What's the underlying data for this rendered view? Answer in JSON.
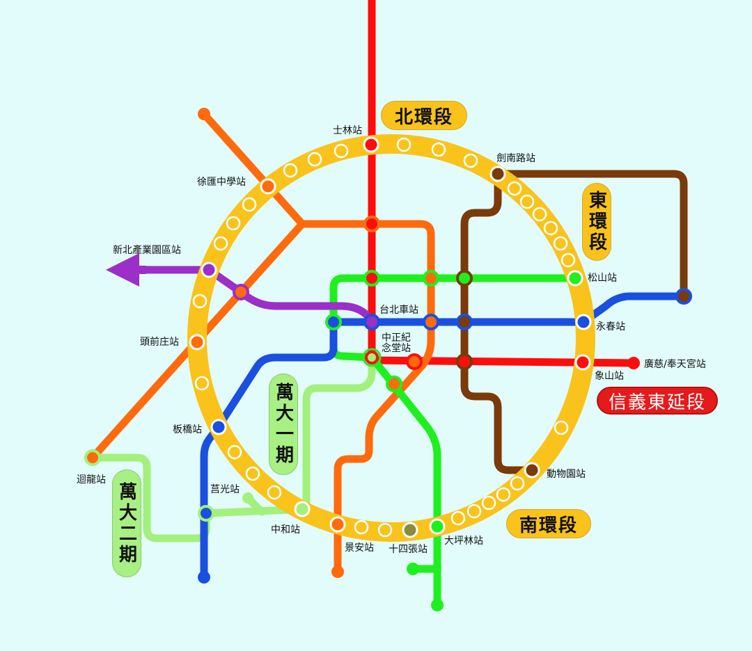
{
  "colors": {
    "background": "#e2fbfb",
    "circular_line": "#f9c31c",
    "red_line": "#ff0d0d",
    "orange_line": "#ff6a0d",
    "green_line": "#1ef01e",
    "blue_line": "#1a4fe0",
    "brown_line": "#7a3a0a",
    "purple_line": "#9b2fc8",
    "light_green_line": "#a3f07c",
    "olive_station": "#8a8a40"
  },
  "segments": {
    "north": "北環段",
    "east": "東環段",
    "south": "南環段",
    "xinyi_east": "信義東延段",
    "wanda_phase1": "萬大一期",
    "wanda_phase2": "萬大二期"
  },
  "stations": {
    "shilin": "士林站",
    "jiannan_rd": "劍南路站",
    "xuhui_school": "徐匯中學站",
    "new_taipei_industrial": "新北產業園區站",
    "toucianzhuang": "頭前庄站",
    "banqiao": "板橋站",
    "huilong": "迴龍站",
    "juguang": "莒光站",
    "zhonghe": "中和站",
    "jingan": "景安站",
    "shisizhang": "十四張站",
    "dapinglin": "大坪林站",
    "taipei_main": "台北車站",
    "ck_memorial_line1": "中正紀",
    "ck_memorial_line2": "念堂站",
    "songshan": "松山站",
    "yongchun": "永春站",
    "xiangshan": "象山站",
    "guangci": "廣慈/奉天宮站",
    "taipei_zoo": "動物園站"
  }
}
